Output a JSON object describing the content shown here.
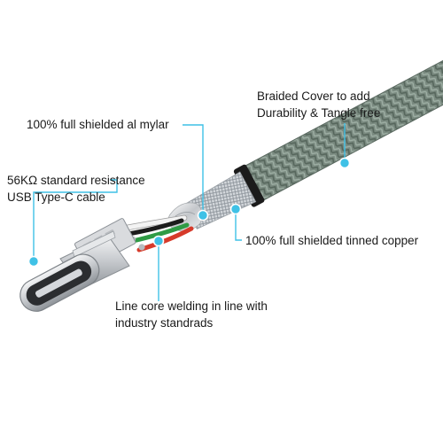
{
  "colors": {
    "callout": "#3fc1e6",
    "braid": "#76867c",
    "braid_dark": "#4a5a50",
    "connector": "#c8cacd",
    "wire_red": "#d63a2a",
    "wire_green": "#2f9b45",
    "wire_white": "#f2f2f2"
  },
  "labels": {
    "braided_cover": [
      "Braided Cover to add",
      "Durability & Tangle free"
    ],
    "mylar": "100% full shielded al mylar",
    "resistance": [
      "56KΩ standard resistance",
      "USB Type-C cable"
    ],
    "copper": "100% full shielded tinned copper",
    "welding": [
      "Line core welding in line with",
      "industry standrads"
    ]
  }
}
